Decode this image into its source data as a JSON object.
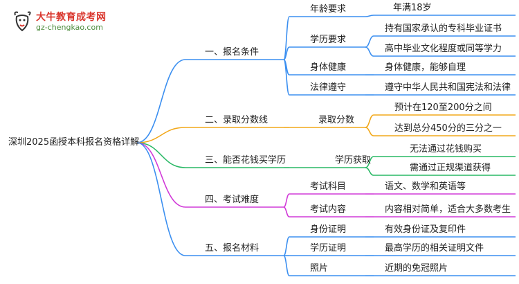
{
  "logo": {
    "brand": "大牛教育成考网",
    "url": "gz-chengkao.com"
  },
  "root": "深圳2025函授本科报名资格详解",
  "colors": {
    "b1": "#3b8ff0",
    "b2": "#f2a81a",
    "b3": "#29b865",
    "b4": "#d13ad8",
    "b5": "#3b8ff0"
  },
  "branches": [
    {
      "label": "一、报名条件",
      "children": [
        {
          "label": "年龄要求",
          "leaves": [
            "年满18岁"
          ]
        },
        {
          "label": "学历要求",
          "leaves": [
            "持有国家承认的专科毕业证书",
            "高中毕业文化程度或同等学力"
          ]
        },
        {
          "label": "身体健康",
          "leaves": [
            "身体健康，能够自理"
          ]
        },
        {
          "label": "法律遵守",
          "leaves": [
            "遵守中华人民共和国宪法和法律"
          ]
        }
      ]
    },
    {
      "label": "二、录取分数线",
      "children": [
        {
          "label": "录取分数",
          "leaves": [
            "预计在120至200分之间",
            "达到总分450分的三分之一"
          ]
        }
      ]
    },
    {
      "label": "三、能否花钱买学历",
      "children": [
        {
          "label": "学历获取",
          "leaves": [
            "无法通过花钱购买",
            "需通过正规渠道获得"
          ]
        }
      ]
    },
    {
      "label": "四、考试难度",
      "children": [
        {
          "label": "考试科目",
          "leaves": [
            "语文、数学和英语等"
          ]
        },
        {
          "label": "考试内容",
          "leaves": [
            "内容相对简单，适合大多数考生"
          ]
        }
      ]
    },
    {
      "label": "五、报名材料",
      "children": [
        {
          "label": "身份证明",
          "leaves": [
            "有效身份证及复印件"
          ]
        },
        {
          "label": "学历证明",
          "leaves": [
            "最高学历的相关证明文件"
          ]
        },
        {
          "label": "照片",
          "leaves": [
            "近期的免冠照片"
          ]
        }
      ]
    }
  ]
}
